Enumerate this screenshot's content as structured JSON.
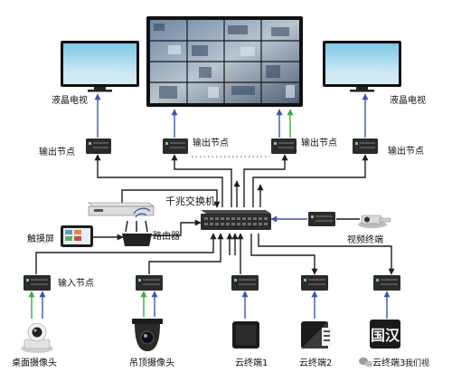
{
  "labels": {
    "lcd_left": "液晶电视",
    "lcd_right": "液晶电视",
    "output_node_1": "输出节点",
    "output_node_2": "输出节点",
    "output_node_3": "输出节点",
    "output_node_4": "输出节点",
    "gigabit_switch": "千兆交换机",
    "touchscreen": "触摸屏",
    "router": "路由器",
    "video_terminal": "视频终端",
    "input_node": "输入节点",
    "desk_camera": "桌面摄像头",
    "ceiling_camera": "吊顶摄像头",
    "cloud_terminal_1": "云终端1",
    "cloud_terminal_2": "云终端2",
    "cloud_terminal_3": "云终端3",
    "watermark": "我们视",
    "terminal_screen_text": "国汉"
  },
  "colors": {
    "line_dark": "#1f1f1f",
    "line_blue": "#3d55a8",
    "line_green": "#3faa3f",
    "device_body": "#2b2b2b",
    "tv_frame": "#111111",
    "screen_sky": "#bfe6f4"
  },
  "icons": {
    "video_wall": "video-wall-screen-icon",
    "tv": "lcd-tv-icon",
    "node": "network-node-device-icon",
    "switch": "gigabit-switch-icon",
    "touchscreen": "tablet-icon",
    "router": "wifi-router-icon",
    "video_terminal": "conference-terminal-icon",
    "camera_desk": "ptz-camera-icon",
    "camera_ceiling": "dome-camera-icon",
    "cloud_terminal": "cloud-terminal-icon",
    "watermark": "wechat-icon"
  }
}
